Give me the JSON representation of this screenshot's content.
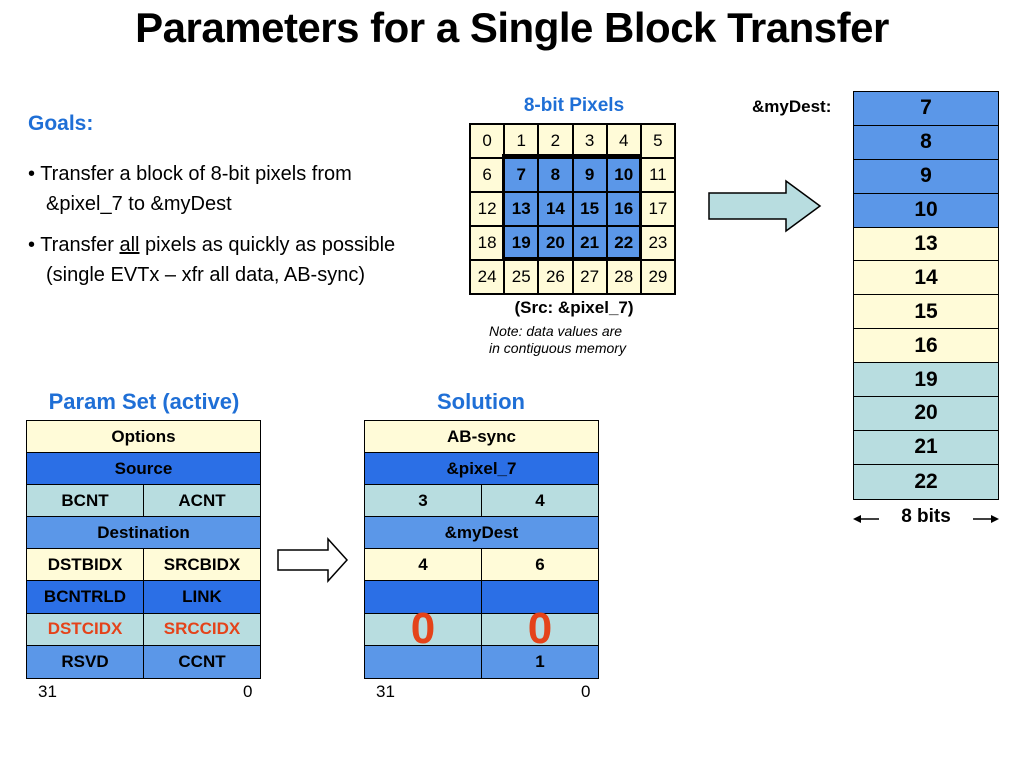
{
  "title": "Parameters for a Single Block Transfer",
  "goals": {
    "heading": "Goals:",
    "bullet1_line1": "• Transfer a block of 8-bit pixels from",
    "bullet1_line2": "&pixel_7 to &myDest",
    "bullet2_pre": "• Transfer ",
    "bullet2_u": "all",
    "bullet2_post": " pixels as quickly as possible",
    "bullet2_line2": "(single EVTx – xfr all data, AB-sync)"
  },
  "pixels": {
    "heading": "8-bit Pixels",
    "values": [
      "0",
      "1",
      "2",
      "3",
      "4",
      "5",
      "6",
      "7",
      "8",
      "9",
      "10",
      "11",
      "12",
      "13",
      "14",
      "15",
      "16",
      "17",
      "18",
      "19",
      "20",
      "21",
      "22",
      "23",
      "24",
      "25",
      "26",
      "27",
      "28",
      "29"
    ],
    "selected": [
      7,
      8,
      9,
      10,
      13,
      14,
      15,
      16,
      19,
      20,
      21,
      22
    ],
    "src_label": "(Src:  &pixel_7)",
    "note_line1": "Note: data values are",
    "note_line2": "in contiguous memory"
  },
  "dest": {
    "label": "&myDest:",
    "cells": [
      "7",
      "8",
      "9",
      "10",
      "13",
      "14",
      "15",
      "16",
      "19",
      "20",
      "21",
      "22"
    ],
    "cell_colors": [
      "#5b97e8",
      "#5b97e8",
      "#5b97e8",
      "#5b97e8",
      "#fffbd8",
      "#fffbd8",
      "#fffbd8",
      "#fffbd8",
      "#b8dde0",
      "#b8dde0",
      "#b8dde0",
      "#b8dde0"
    ],
    "width_label": "8 bits"
  },
  "param_set": {
    "heading": "Param Set (active)",
    "rows": [
      {
        "cells": [
          "Options"
        ],
        "color": "yellow"
      },
      {
        "cells": [
          "Source"
        ],
        "color": "blue"
      },
      {
        "cells": [
          "BCNT",
          "ACNT"
        ],
        "color": "teal"
      },
      {
        "cells": [
          "Destination"
        ],
        "color": "mblue"
      },
      {
        "cells": [
          "DSTBIDX",
          "SRCBIDX"
        ],
        "color": "yellow"
      },
      {
        "cells": [
          "BCNTRLD",
          "LINK"
        ],
        "color": "blue"
      },
      {
        "cells": [
          "DSTCIDX",
          "SRCCIDX"
        ],
        "color": "teal",
        "style": "red"
      },
      {
        "cells": [
          "RSVD",
          "CCNT"
        ],
        "color": "mblue"
      }
    ],
    "bit_high": "31",
    "bit_low": "0"
  },
  "solution": {
    "heading": "Solution",
    "rows": [
      {
        "cells": [
          "AB-sync"
        ],
        "color": "yellow"
      },
      {
        "cells": [
          "&pixel_7"
        ],
        "color": "blue"
      },
      {
        "cells": [
          "3",
          "4"
        ],
        "color": "teal"
      },
      {
        "cells": [
          "&myDest"
        ],
        "color": "mblue"
      },
      {
        "cells": [
          "4",
          "6"
        ],
        "color": "yellow"
      },
      {
        "cells": [
          "",
          ""
        ],
        "color": "blue"
      },
      {
        "cells": [
          "0",
          "0"
        ],
        "color": "teal",
        "style": "big-red"
      },
      {
        "cells": [
          "",
          "1"
        ],
        "color": "mblue"
      }
    ],
    "bit_high": "31",
    "bit_low": "0"
  }
}
